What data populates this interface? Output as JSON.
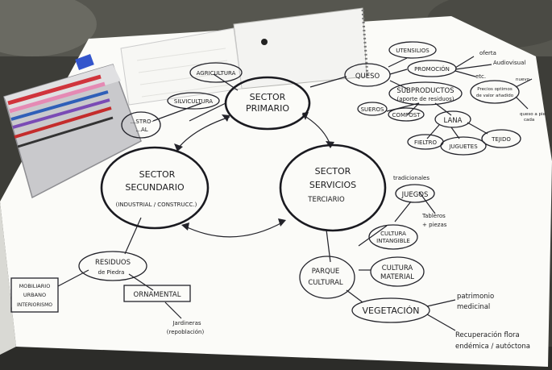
{
  "sectors": {
    "primario": [
      "SECTOR",
      "PRIMARIO"
    ],
    "secundario": [
      "SECTOR",
      "SECUNDARIO",
      "(INDUSTRIAL / CONSTRUCC.)"
    ],
    "terciario": [
      "SECTOR",
      "SERVICIOS",
      "TERCIARIO"
    ]
  },
  "primary_nodes": {
    "agricultura": "AGRICULTURA",
    "silvicultura": "SILVICULTURA",
    "left_partial": [
      "...STRO-",
      "...AL"
    ]
  },
  "queso_branch": {
    "queso": "QUESO",
    "utensilios": "UTENSILIOS",
    "promocion": "PROMOCIÓN",
    "oferta": "oferta",
    "audiovisual": "Audiovisual",
    "etc": "etc.",
    "subproductos": "SUBPRODUCTOS",
    "aporte_residuos": "(aporte de residuos)",
    "sueros": "SUEROS",
    "compost": "COMPOST",
    "lana": "LANA",
    "fieltro": "FIELTRO",
    "juguetes": "JUGUETES",
    "tejido": "TEJIDO",
    "valor_note": [
      "Precios optimos",
      "de valor añadido"
    ],
    "note_right_top": "nuevo",
    "note_right_bottom": [
      "queso a pie",
      "cada"
    ]
  },
  "terciario_branch": {
    "juegos": "JUEGOS",
    "tradicionales": "tradicionales",
    "tableros_piezas": [
      "Tableros",
      "+ piezas"
    ],
    "cultura_intangible": [
      "CULTURA",
      "INTANGIBLE"
    ],
    "cultura_material": [
      "CULTURA",
      "MATERIAL"
    ],
    "parque_cultural": [
      "PARQUE",
      "CULTURAL"
    ],
    "vegetacion": "VEGETACIÓN",
    "patrimonio_medicinal": [
      "patrimonio",
      "medicinal"
    ],
    "recuperacion": [
      "Recuperación flora",
      "endémica / autóctona"
    ]
  },
  "residuos_branch": {
    "residuos": "RESIDUOS",
    "de_piedra": "de Piedra",
    "mobiliario": [
      "MOBILIARIO",
      "URBANO",
      "INTERIORISMO"
    ],
    "ornamental": "ORNAMENTAL",
    "jardineras": [
      "Jardineras",
      "(repoblación)"
    ]
  },
  "colors": {
    "paper": "#fbfbf8",
    "ink": "#1c1c1e",
    "ground": "#3a3a36",
    "tin": "#c9c9cc",
    "pencil_red": "#d0343c",
    "pencil_pink": "#e58ab4",
    "pencil_blue": "#2f5fb8",
    "pencil_purple": "#7a4bb5"
  }
}
